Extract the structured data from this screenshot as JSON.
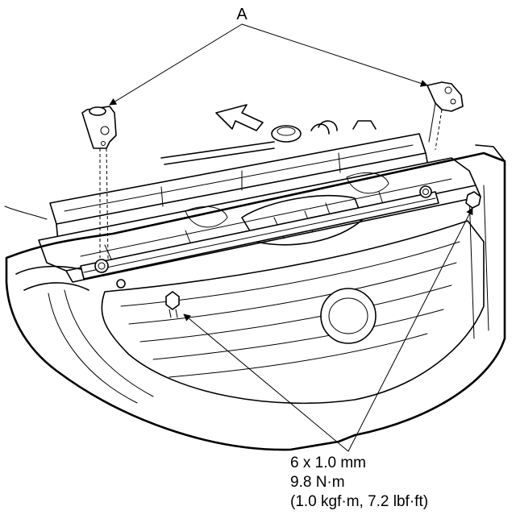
{
  "callouts": {
    "bracket_label": "A",
    "bolt_spec_line1": "6 x 1.0 mm",
    "bolt_spec_line2": "9.8 N·m",
    "bolt_spec_line3": "(1.0 kgf·m, 7.2 lbf·ft)"
  }
}
